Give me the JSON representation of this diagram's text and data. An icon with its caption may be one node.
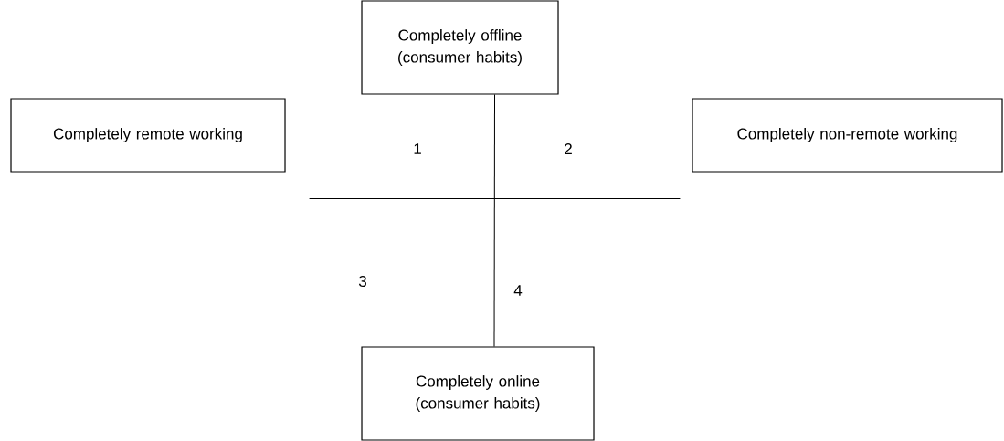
{
  "diagram": {
    "nodes": [
      {
        "text": [
          "Completely offline (consumer habits)"
        ]
      },
      {
        "text": [
          "Completely remote working"
        ]
      },
      {
        "text": [
          "Completely non-remote working"
        ]
      },
      {
        "text": [
          "Completely online (consumer habits)"
        ]
      }
    ],
    "edges": [
      {
        "from": 0,
        "to": 3,
        "arrow": "none"
      },
      {
        "from": 1,
        "to": 2,
        "arrow": "none"
      }
    ],
    "labels": [
      "1",
      "2",
      "3",
      "4"
    ]
  }
}
